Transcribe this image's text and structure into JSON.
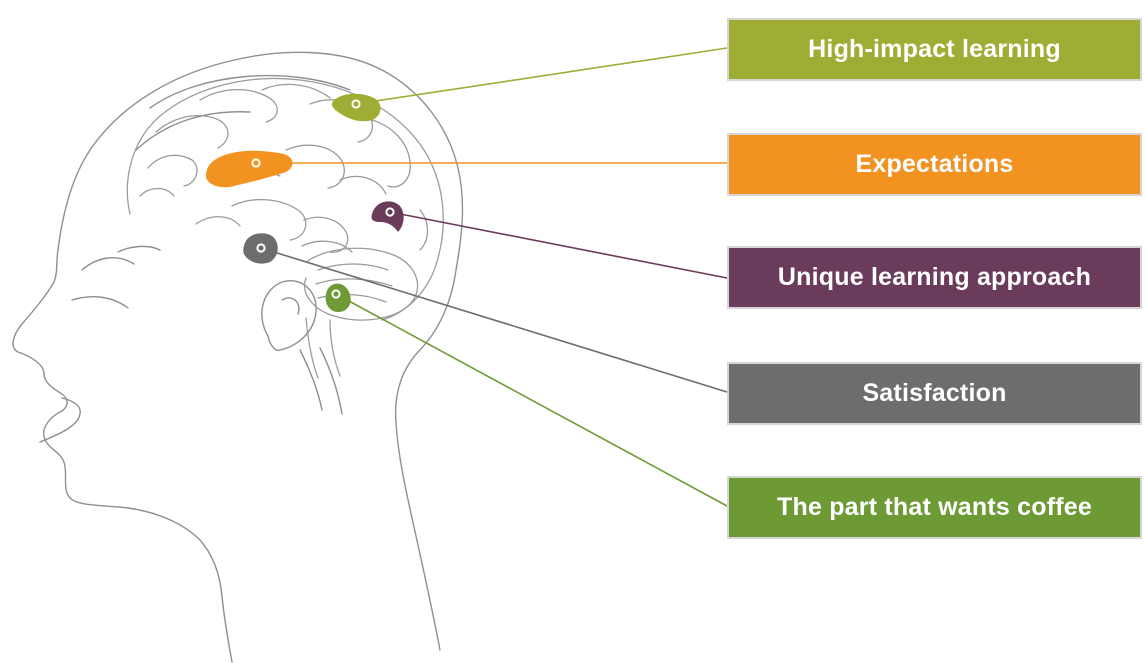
{
  "regions": [
    {
      "label": "High-impact learning",
      "color": "#a0ad35"
    },
    {
      "label": "Expectations",
      "color": "#f29221"
    },
    {
      "label": "Unique learning approach",
      "color": "#6b3b5b"
    },
    {
      "label": "Satisfaction",
      "color": "#6c6d6e"
    },
    {
      "label": "The part that wants coffee",
      "color": "#6e9a35"
    }
  ],
  "outline_color": "#8f8f8f",
  "icons": {
    "head": "head-profile-outline",
    "brain": "brain-outline"
  }
}
